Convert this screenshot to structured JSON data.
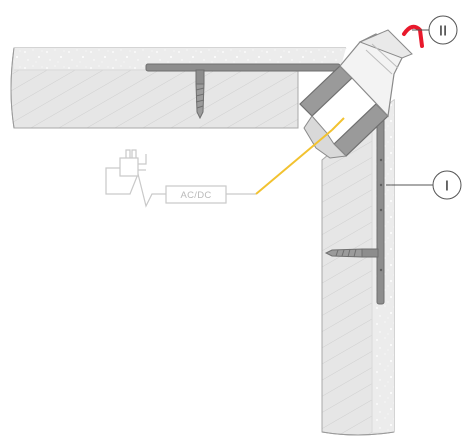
{
  "callouts": {
    "profile_top": "II",
    "profile_side": "I"
  },
  "power_supply": {
    "label": "AC/DC"
  },
  "colors": {
    "wall_fill": "#e6e6e6",
    "profile": "#8d8d8d",
    "profile_edge": "#6f6f6f",
    "led_cable": "#f2c230",
    "connector": "#e8192c",
    "outline": "#9a9a9a",
    "psu_line": "#c9c9c9"
  }
}
